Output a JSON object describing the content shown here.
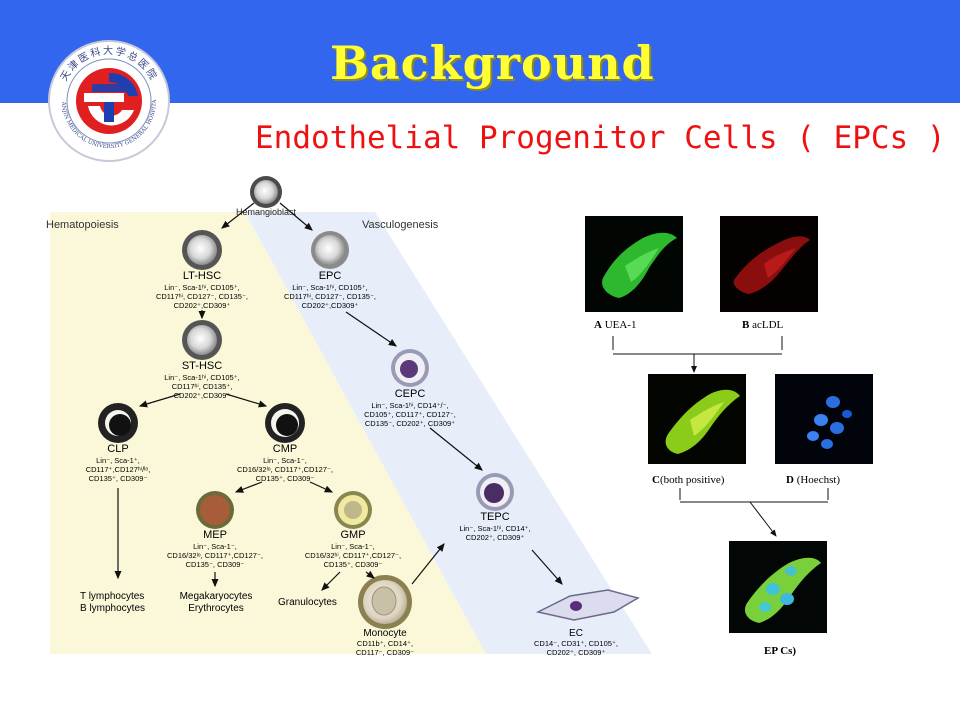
{
  "header": {
    "title": "Background",
    "subtitle": "Endothelial Progenitor Cells ( EPCs )",
    "logo_text": "天津医科大学总医院",
    "logo_text_en": "TIANJIN MEDICAL UNIVERSITY GENERAL HOSPITAL"
  },
  "diagram": {
    "top_cell": "Hemangioblast",
    "left_section": "Hematopoiesis",
    "right_section": "Vasculogenesis",
    "lthsc": {
      "name": "LT-HSC",
      "markers": [
        "Lin⁻, Sca-1ʰⁱ, CD105⁺,",
        "CD117ʰⁱ, CD127⁻, CD135⁻,",
        "CD202⁺,CD309⁺"
      ]
    },
    "epc": {
      "name": "EPC",
      "markers": [
        "Lin⁻, Sca-1ʰⁱ, CD105⁺,",
        "CD117ʰⁱ, CD127⁻, CD135⁻,",
        "CD202⁺,CD309⁺"
      ]
    },
    "sthsc": {
      "name": "ST-HSC",
      "markers": [
        "Lin⁻, Sca-1ʰⁱ, CD105⁺,",
        "CD117ʰⁱ, CD135⁺,",
        "CD202⁺,CD309⁺"
      ]
    },
    "cepc": {
      "name": "CEPC",
      "markers": [
        "Lin⁻, Sca-1ʰⁱ, CD14⁺/⁻,",
        "CD105⁺, CD117⁺, CD127⁻,",
        "CD135⁻, CD202⁺, CD309⁺"
      ]
    },
    "clp": {
      "name": "CLP",
      "markers": [
        "Lin⁻, Sca-1⁺,",
        "CD117⁺,CD127ʰⁱ/ˡᵒ,",
        "CD135⁺, CD309⁻"
      ]
    },
    "cmp": {
      "name": "CMP",
      "markers": [
        "Lin⁻, Sca-1⁻,",
        "CD16/32ˡᵒ, CD117⁺,CD127⁻,",
        "CD135⁺, CD309⁻"
      ]
    },
    "tepc": {
      "name": "TEPC",
      "markers": [
        "Lin⁻, Sca-1ʰⁱ, CD14⁺,",
        "CD202⁺, CD309⁺"
      ]
    },
    "mep": {
      "name": "MEP",
      "markers": [
        "Lin⁻, Sca-1⁻,",
        "CD16/32ˡᵒ, CD117⁺,CD127⁻,",
        "CD135⁻, CD309⁻"
      ]
    },
    "gmp": {
      "name": "GMP",
      "markers": [
        "Lin⁻, Sca-1⁻,",
        "CD16/32ʰⁱ, CD117⁺,CD127⁻,",
        "CD135⁺, CD309⁻"
      ]
    },
    "t_b": [
      "T lymphocytes",
      "B lymphocytes"
    ],
    "mk_ery": [
      "Megakaryocytes",
      "Erythrocytes"
    ],
    "granulocytes": "Granulocytes",
    "monocyte": {
      "name": "Monocyte",
      "markers": [
        "CD11b⁺, CD14⁺,",
        "CD117⁻, CD309⁻"
      ]
    },
    "ec": {
      "name": "EC",
      "markers": [
        "CD14⁻, CD31⁺, CD105⁺,",
        "CD202⁺, CD309⁺"
      ]
    }
  },
  "micrographs": {
    "a": {
      "letter": "A",
      "label": "UEA-1"
    },
    "b": {
      "letter": "B",
      "label": "acLDL"
    },
    "c": {
      "letter": "C",
      "label": "(both positive)"
    },
    "d": {
      "letter": "D",
      "label": "(Hoechst)"
    },
    "epcs": {
      "letter": "",
      "label": "EP Cs)"
    }
  },
  "colors": {
    "header": "#3366ee",
    "title": "#ffff33",
    "subtitle": "#ee1111",
    "hema_bg": "#fbf8d9",
    "vasc_bg": "#e7eef9",
    "stain_green": "#33cc33",
    "stain_red": "#cc1a1a",
    "stain_blue": "#2a6fe0"
  }
}
